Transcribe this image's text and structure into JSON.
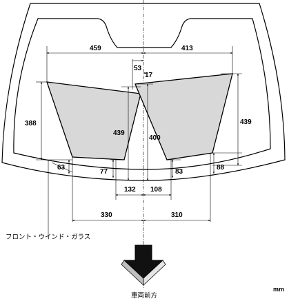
{
  "dimensions": {
    "top_left_width": "459",
    "top_right_width": "413",
    "center_offset_53": "53",
    "center_offset_17": "17",
    "left_height": "388",
    "left_inner_height": "439",
    "right_inner_height": "400",
    "right_height": "439",
    "left_bottom_gap": "63",
    "left_inner_gap": "77",
    "right_inner_gap": "83",
    "right_bottom_gap": "88",
    "bottom_left_inner": "132",
    "bottom_right_inner": "108",
    "bottom_left_outer": "330",
    "bottom_right_outer": "310"
  },
  "labels": {
    "windshield": "フロント・ウインド・ガラス",
    "vehicle_front": "車両前方",
    "unit": "mm"
  },
  "colors": {
    "panel_fill": "#d8d8d8",
    "line": "#000000",
    "arrow_fill": "#111111"
  },
  "icons": {
    "direction": "down-arrow-icon"
  }
}
